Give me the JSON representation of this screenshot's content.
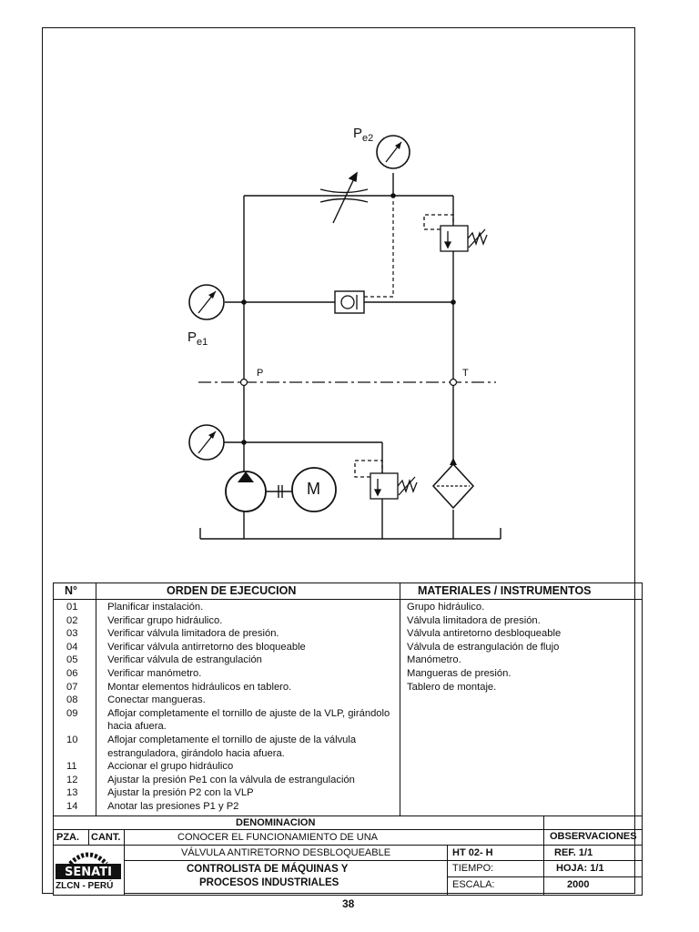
{
  "diagram": {
    "labels": {
      "pe2": "P",
      "pe2_sub": "e2",
      "pe1": "P",
      "pe1_sub": "e1",
      "p": "P",
      "t": "T",
      "motor": "M"
    }
  },
  "execution": {
    "col_no": "N°",
    "col_order": "ORDEN DE EJECUCION",
    "col_materials": "MATERIALES / INSTRUMENTOS",
    "steps": [
      {
        "n": "01",
        "text": "Planificar instalación."
      },
      {
        "n": "02",
        "text": "Verificar grupo hidráulico."
      },
      {
        "n": "03",
        "text": "Verificar válvula limitadora de presión."
      },
      {
        "n": "04",
        "text": "Verificar válvula antirretorno des bloqueable"
      },
      {
        "n": "05",
        "text": "Verificar válvula de estrangulación"
      },
      {
        "n": "06",
        "text": "Verificar manómetro."
      },
      {
        "n": "07",
        "text": "Montar elementos hidráulicos en tablero."
      },
      {
        "n": "08",
        "text": "Conectar mangueras."
      },
      {
        "n": "09",
        "text": "Aflojar completamente el tornillo de ajuste de la VLP, girándolo hacia afuera."
      },
      {
        "n": "10",
        "text": "Aflojar completamente el tornillo de ajuste de la válvula estranguladora, girándolo hacia afuera."
      },
      {
        "n": "11",
        "text": "Accionar el grupo  hidráulico"
      },
      {
        "n": "12",
        "text": "Ajustar la presión Pe1 con la válvula de estrangulación"
      },
      {
        "n": "13",
        "text": "Ajustar la presión P2 con la VLP"
      },
      {
        "n": "14",
        "text": "Anotar las presiones P1 y P2"
      }
    ],
    "materials": [
      "Grupo hidráulico.",
      "Válvula limitadora de presión.",
      "Válvula antiretorno desbloqueable",
      "Válvula de estrangulación de flujo",
      "Manómetro.",
      "Mangueras de presión.",
      "Tablero de montaje."
    ]
  },
  "title_block": {
    "denominacion": "DENOMINACION",
    "pza": "PZA.",
    "cant": "CANT.",
    "line1": "CONOCER EL FUNCIONAMIENTO DE UNA",
    "line2": "VÁLVULA ANTIRETORNO DESBLOQUEABLE",
    "course1": "CONTROLISTA  DE  MÁQUINAS Y",
    "course2": "PROCESOS INDUSTRIALES",
    "ht": "HT    02- H",
    "tiempo": "TIEMPO:",
    "escala": "ESCALA:",
    "observaciones": "OBSERVACIONES",
    "ref": "REF.   1/1",
    "hoja": "HOJA:    1/1",
    "escala_val": "2000",
    "logo_text": "SENATI",
    "region": "ZLCN - PERÚ"
  },
  "page_number": "38"
}
